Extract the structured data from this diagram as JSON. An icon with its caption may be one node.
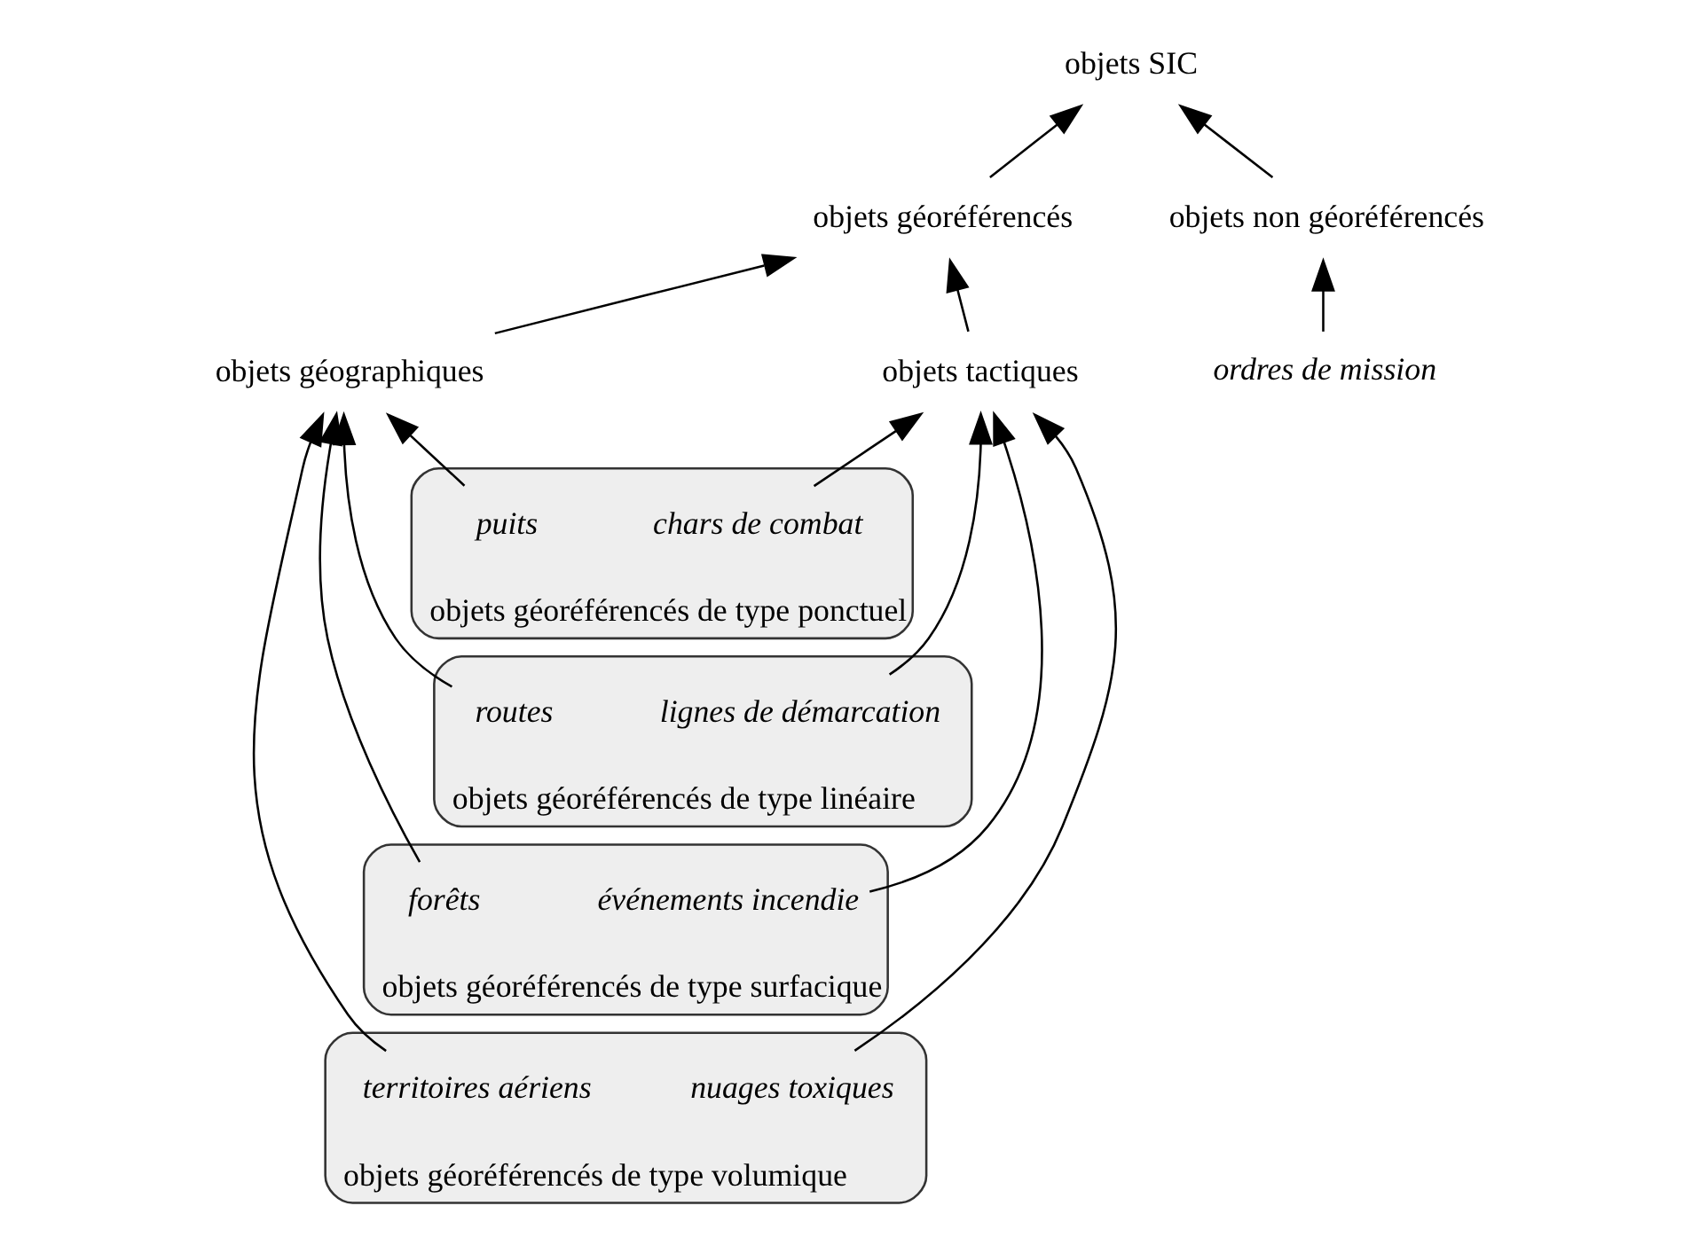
{
  "diagram": {
    "nodes": [
      {
        "text": [
          "objets SIC"
        ]
      },
      {
        "text": [
          "objets géoréférencés"
        ]
      },
      {
        "text": [
          "objets non géoréférencés"
        ]
      },
      {
        "text": [
          "objets géographiques"
        ]
      },
      {
        "text": [
          "objets tactiques"
        ]
      },
      {
        "text": [
          "ordres de mission"
        ]
      },
      {
        "text": [
          "objets géoréférencés de type ponctuel"
        ]
      },
      {
        "text": [
          "puits"
        ],
        "in": 6
      },
      {
        "text": [
          "chars de combat"
        ],
        "in": 6
      },
      {
        "text": [
          "objets géoréférencés de type linéaire"
        ]
      },
      {
        "text": [
          "routes"
        ],
        "in": 9
      },
      {
        "text": [
          "lignes de démarcation"
        ],
        "in": 9
      },
      {
        "text": [
          "objets géoréférencés de type surfacique"
        ]
      },
      {
        "text": [
          "forêts"
        ],
        "in": 12
      },
      {
        "text": [
          "événements incendie"
        ],
        "in": 12
      },
      {
        "text": [
          "objets géoréférencés de type volumique"
        ]
      },
      {
        "text": [
          "territoires aériens"
        ],
        "in": 15
      },
      {
        "text": [
          "nuages toxiques"
        ],
        "in": 15
      }
    ],
    "edges": [
      {
        "from": 1,
        "to": 0,
        "arrow": "to"
      },
      {
        "from": 2,
        "to": 0,
        "arrow": "to"
      },
      {
        "from": 3,
        "to": 1,
        "arrow": "to"
      },
      {
        "from": 4,
        "to": 1,
        "arrow": "to"
      },
      {
        "from": 5,
        "to": 2,
        "arrow": "to"
      },
      {
        "from": 7,
        "to": 3,
        "arrow": "to"
      },
      {
        "from": 10,
        "to": 3,
        "arrow": "to"
      },
      {
        "from": 13,
        "to": 3,
        "arrow": "to"
      },
      {
        "from": 16,
        "to": 3,
        "arrow": "to"
      },
      {
        "from": 8,
        "to": 4,
        "arrow": "to"
      },
      {
        "from": 11,
        "to": 4,
        "arrow": "to"
      },
      {
        "from": 14,
        "to": 4,
        "arrow": "to"
      },
      {
        "from": 17,
        "to": 4,
        "arrow": "to"
      }
    ]
  }
}
